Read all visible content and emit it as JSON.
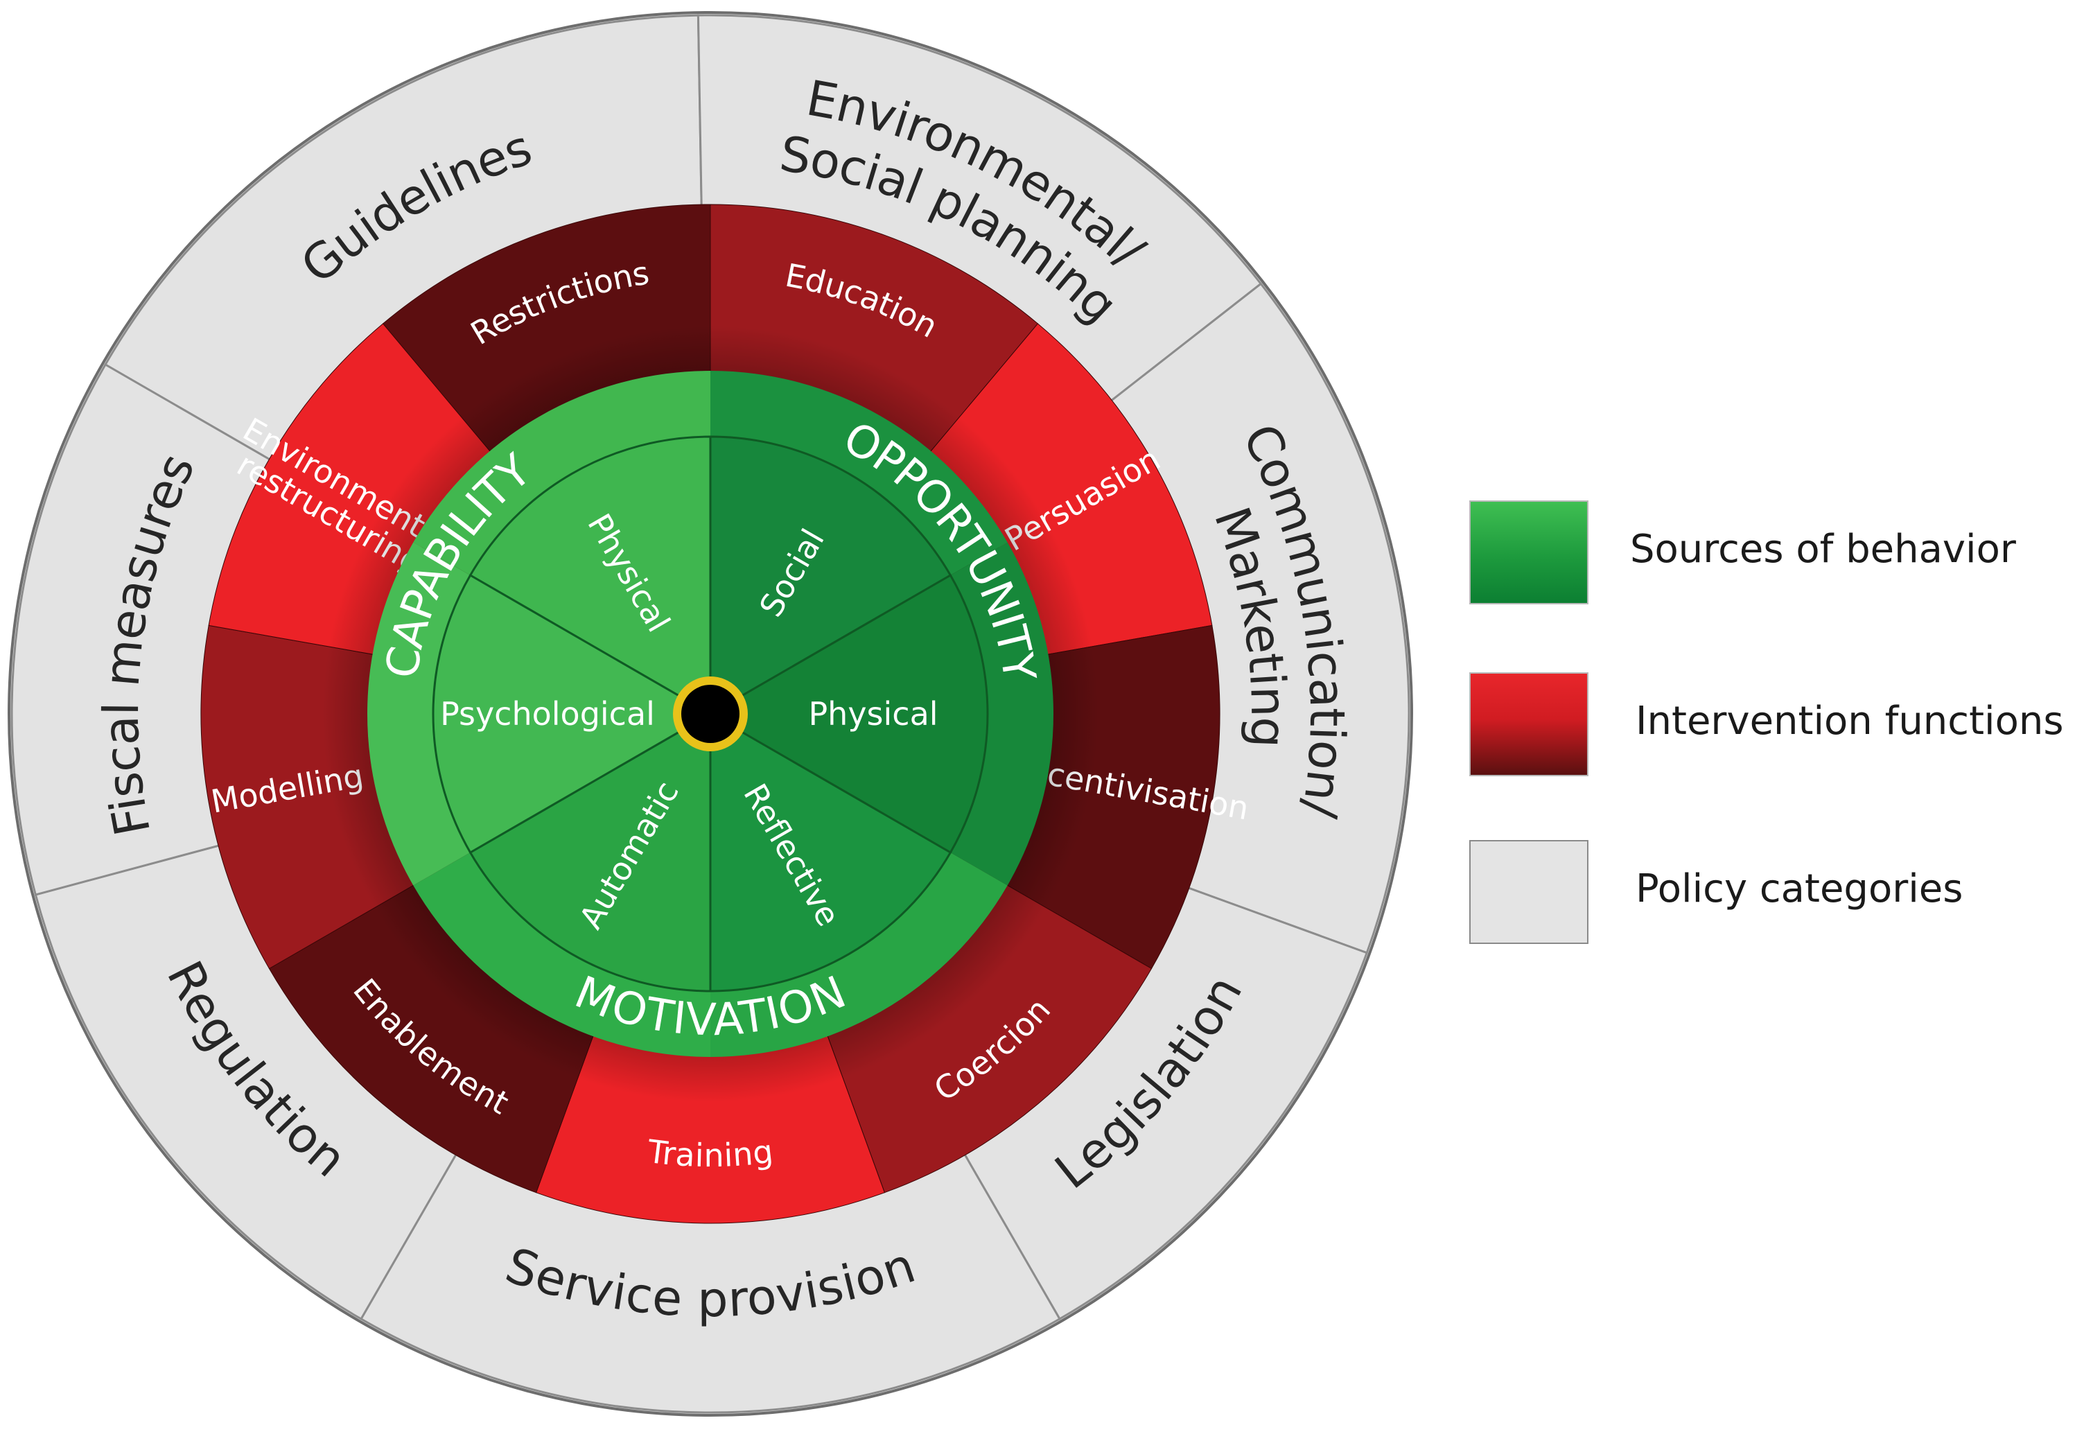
{
  "policy_categories": [
    {
      "key": "guidelines",
      "lines": [
        "Guidelines"
      ]
    },
    {
      "key": "environmental-social-planning",
      "lines": [
        "Environmental/",
        "Social planning"
      ]
    },
    {
      "key": "communication-marketing",
      "lines": [
        "Communication/",
        "Marketing"
      ]
    },
    {
      "key": "legislation",
      "lines": [
        "Legislation"
      ]
    },
    {
      "key": "service-provision",
      "lines": [
        "Service provision"
      ]
    },
    {
      "key": "regulation",
      "lines": [
        "Regulation"
      ]
    },
    {
      "key": "fiscal-measures",
      "lines": [
        "Fiscal measures"
      ]
    }
  ],
  "intervention_functions": [
    {
      "key": "restrictions",
      "lines": [
        "Restrictions"
      ],
      "color": "#5c0e10"
    },
    {
      "key": "education",
      "lines": [
        "Education"
      ],
      "color": "#9c1a1e"
    },
    {
      "key": "persuasion",
      "lines": [
        "Persuasion"
      ],
      "color": "#ec2227"
    },
    {
      "key": "incentivisation",
      "lines": [
        "Incentivisation"
      ],
      "color": "#5c0e10"
    },
    {
      "key": "coercion",
      "lines": [
        "Coercion"
      ],
      "color": "#9c1a1e"
    },
    {
      "key": "training",
      "lines": [
        "Training"
      ],
      "color": "#ec2227"
    },
    {
      "key": "enablement",
      "lines": [
        "Enablement"
      ],
      "color": "#5c0e10"
    },
    {
      "key": "modelling",
      "lines": [
        "Modelling"
      ],
      "color": "#9c1a1e"
    },
    {
      "key": "environmental-restructuring",
      "lines": [
        "Environmental",
        "restructuring"
      ],
      "color": "#ec2227"
    }
  ],
  "sources": {
    "capability": "CAPABILITY",
    "opportunity": "OPPORTUNITY",
    "motivation": "MOTIVATION",
    "components": [
      {
        "key": "capability-physical",
        "label": "Physical",
        "color": "#3fb64f"
      },
      {
        "key": "opportunity-social",
        "label": "Social",
        "color": "#17873c"
      },
      {
        "key": "opportunity-physical",
        "label": "Physical",
        "color": "#148236"
      },
      {
        "key": "motivation-reflective",
        "label": "Reflective",
        "color": "#1b9440"
      },
      {
        "key": "motivation-automatic",
        "label": "Automatic",
        "color": "#2aa444"
      },
      {
        "key": "capability-psychological",
        "label": "Psychological",
        "color": "#42b852"
      }
    ]
  },
  "legend": [
    {
      "key": "sources",
      "label": "Sources of behavior",
      "swatch": "green"
    },
    {
      "key": "interventions",
      "label": "Intervention functions",
      "swatch": "red"
    },
    {
      "key": "policy",
      "label": "Policy categories",
      "swatch": "grey"
    }
  ],
  "colors": {
    "policy_fill": "#e3e3e3",
    "policy_stroke": "#8c8c8c",
    "policy_text": "#262626",
    "intervention_text": "#ffffff",
    "source_text": "#ffffff",
    "center_ring": "#e8c21a"
  }
}
